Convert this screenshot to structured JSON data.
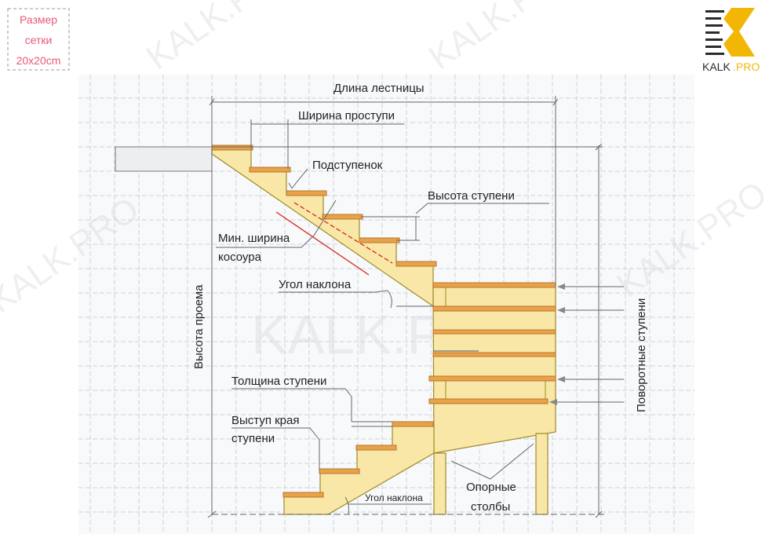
{
  "grid_box": {
    "line1": "Размер",
    "line2": "сетки",
    "line3": "20x20cm"
  },
  "logo": {
    "text_main": "KALK",
    "text_dot": ".PRO",
    "colors": {
      "accent": "#f2b705",
      "dark": "#2b2b2b"
    }
  },
  "watermark": "KALK.PRO",
  "labels": {
    "stair_length": "Длина лестницы",
    "tread_width": "Ширина проступи",
    "riser": "Подступенок",
    "step_height": "Высота ступени",
    "min_stringer_width_1": "Мин. ширина",
    "min_stringer_width_2": "косоура",
    "slope_angle": "Угол наклона",
    "opening_height": "Высота проема",
    "winder_steps": "Поворотные ступени",
    "tread_thickness": "Толщина ступени",
    "nosing_1": "Выступ края",
    "nosing_2": "ступени",
    "slope_angle_lower": "Угол наклона",
    "support_posts_1": "Опорные",
    "support_posts_2": "столбы"
  },
  "colors": {
    "wood": "#f8e7a6",
    "tread": "#e9a24a",
    "stringer_min": "#d9261c",
    "grid_text": "#e8587a"
  }
}
